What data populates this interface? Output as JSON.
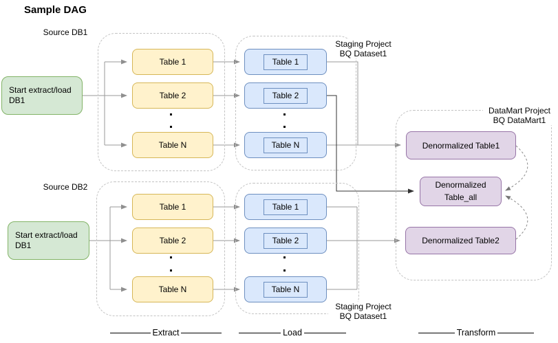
{
  "title": "Sample DAG",
  "colors": {
    "green_fill": "#d5e8d4",
    "green_border": "#82b366",
    "yellow_fill": "#fff2cc",
    "yellow_border": "#d6b656",
    "blue_fill": "#dae8fc",
    "blue_border": "#6c8ebf",
    "purple_fill": "#e1d5e7",
    "purple_border": "#9673a6",
    "wire_gray": "#999999",
    "wire_dark": "#333333",
    "container_dash": "#c2c2c2"
  },
  "sources": {
    "db1": "Source DB1",
    "db2": "Source DB2"
  },
  "start": {
    "db1": {
      "line1": "Start extract/load",
      "line2": "DB1"
    },
    "db2": {
      "line1": "Start extract/load",
      "line2": "DB1"
    }
  },
  "extract": {
    "db1": {
      "tables": [
        "Table 1",
        "Table 2",
        "Table N"
      ]
    },
    "db2": {
      "tables": [
        "Table 1",
        "Table 2",
        "Table N"
      ]
    }
  },
  "load": {
    "ds1": {
      "label1": "Staging Project",
      "label2": "BQ Dataset1",
      "tables": [
        "Table 1",
        "Table 2",
        "Table N"
      ]
    },
    "ds2": {
      "label1": "Staging Project",
      "label2": "BQ Dataset1",
      "tables": [
        "Table 1",
        "Table 2",
        "Table N"
      ]
    }
  },
  "datamart": {
    "label1": "DataMart Project",
    "label2": "BQ DataMart1",
    "table1": "Denormalized Table1",
    "table_all_line1": "Denormalized",
    "table_all_line2": "Table_all",
    "table2": "Denormalized Table2"
  },
  "stages": {
    "extract": "Extract",
    "load": "Load",
    "transform": "Transform"
  }
}
